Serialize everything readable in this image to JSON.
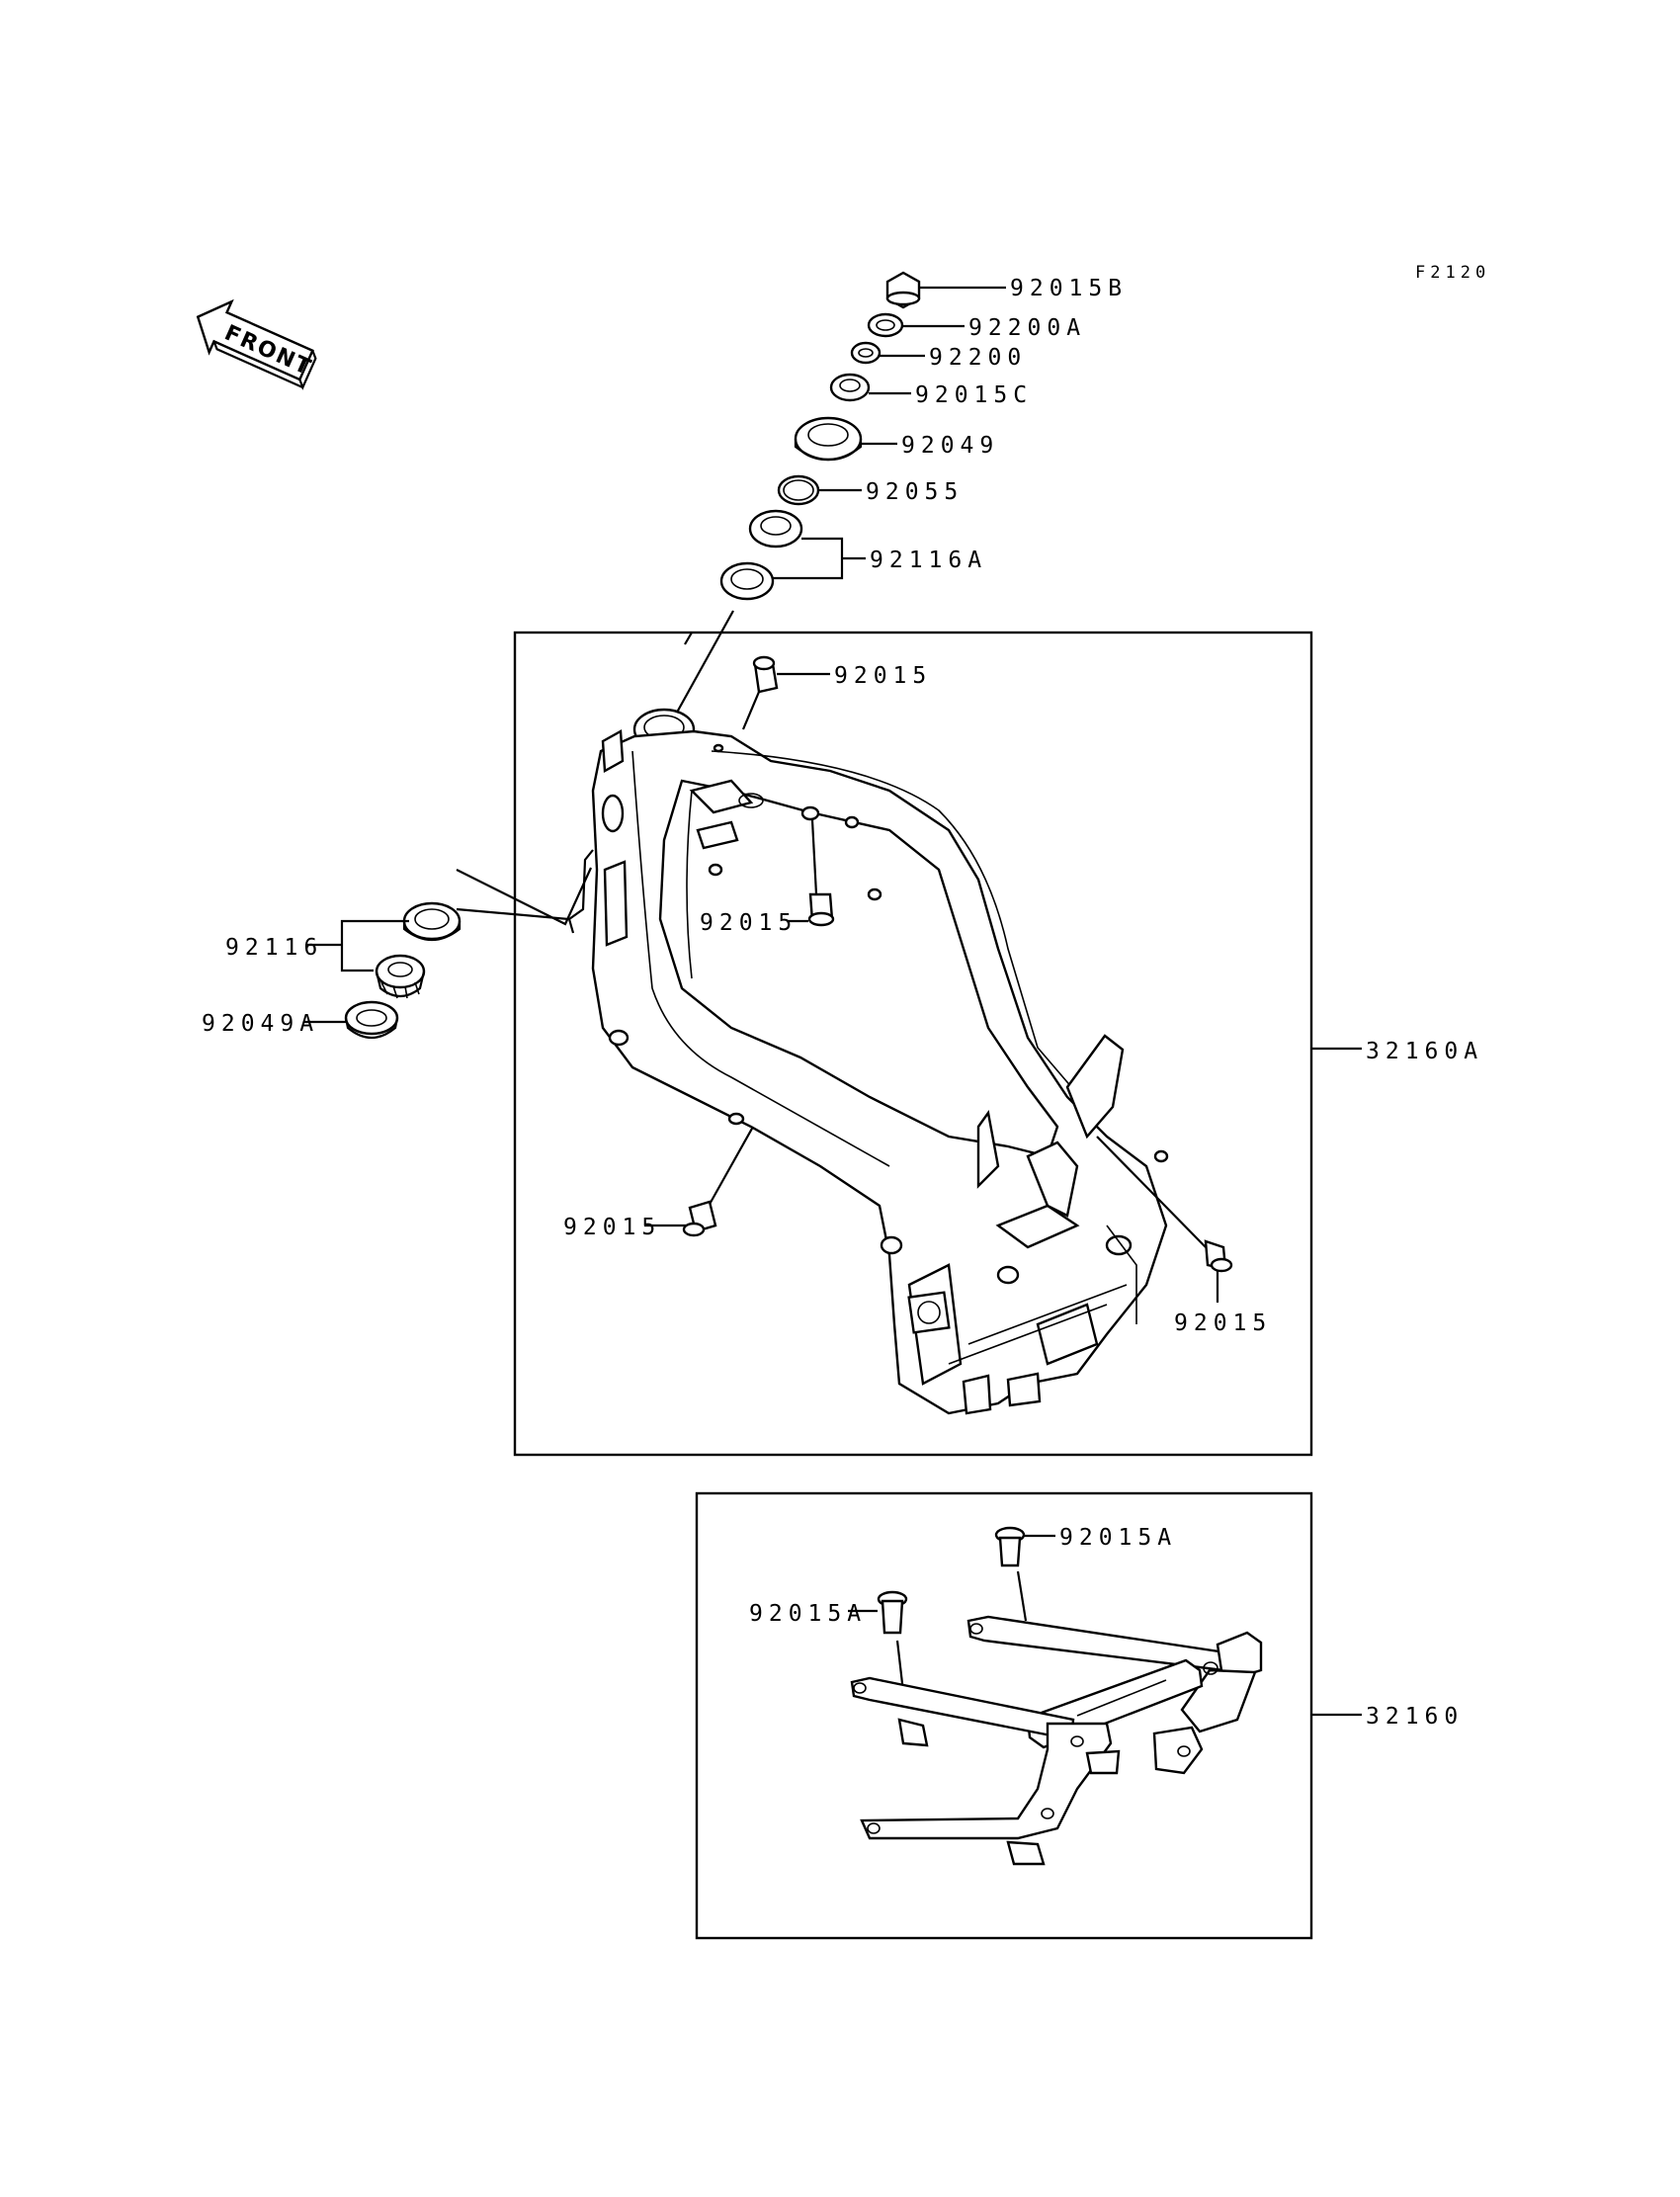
{
  "figure_code": "F2120",
  "front_label": "FRONT",
  "labels": {
    "p92015B": "92015B",
    "p92200A": "92200A",
    "p92200": "92200",
    "p92015C": "92015C",
    "p92049": "92049",
    "p92055": "92055",
    "p92116A": "92116A",
    "p92015_top": "92015",
    "p92015_mid": "92015",
    "p92116": "92116",
    "p92049A": "92049A",
    "p32160A": "32160A",
    "p92015_left": "92015",
    "p92015_right": "92015",
    "p92015A_top": "92015A",
    "p92015A_left": "92015A",
    "p32160": "32160"
  }
}
